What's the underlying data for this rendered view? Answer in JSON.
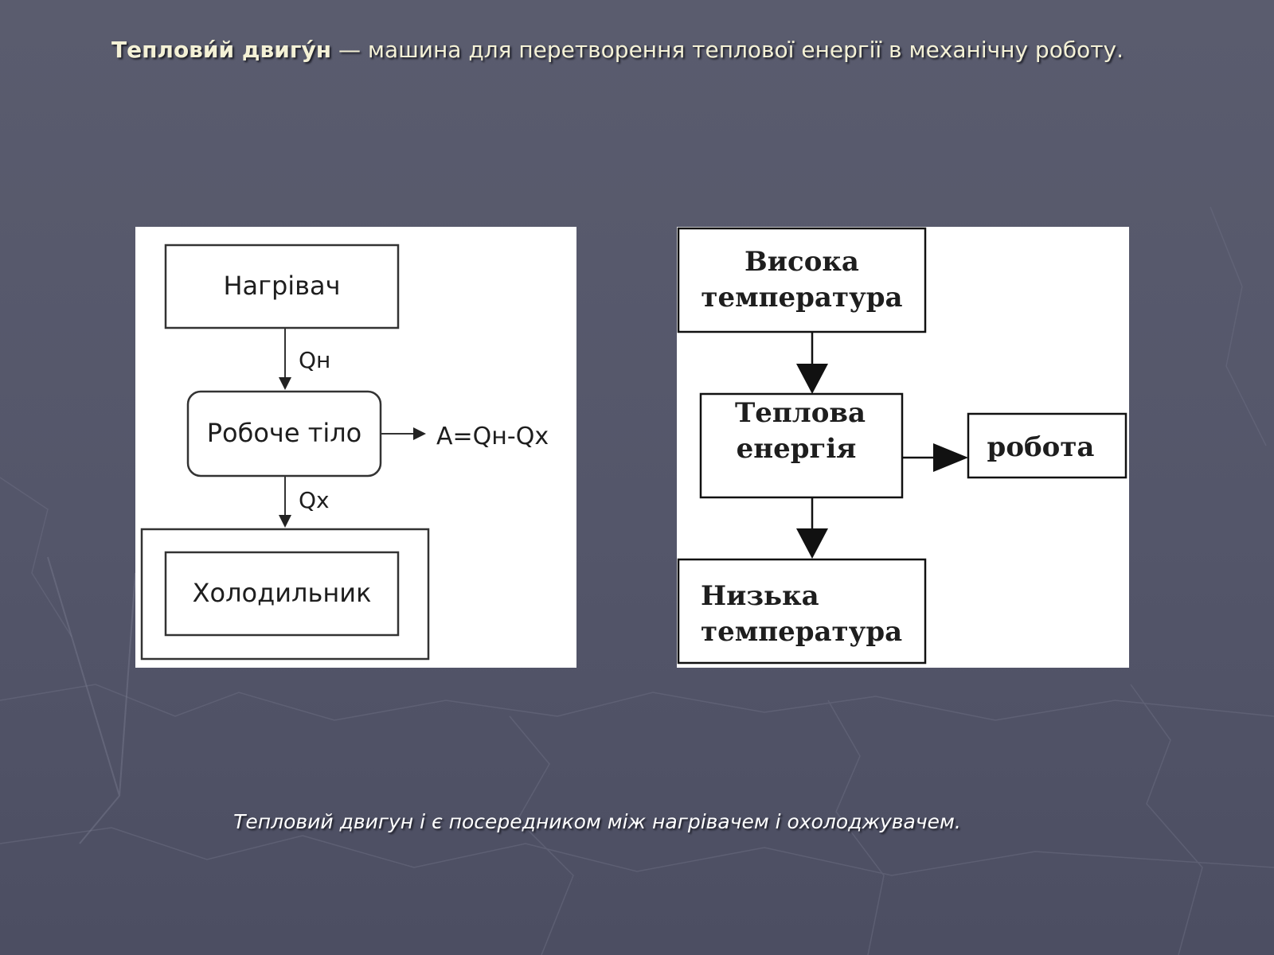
{
  "header": {
    "term": "Теплови́й двигу́н",
    "definition": " — машина для перетворення теплової енергії в механічну роботу."
  },
  "left_diagram": {
    "heater": "Нагрівач",
    "q_hot": "Qн",
    "working_body": "Робоче тіло",
    "work_formula": "A=Qн-Qх",
    "q_cold": "Qх",
    "cooler": "Холодильник"
  },
  "right_diagram": {
    "high_temp_line1": "Висока",
    "high_temp_line2": "температура",
    "thermal_energy_line1": "Теплова",
    "thermal_energy_line2": "енергія",
    "work": "робота",
    "low_temp_line1": "Низька",
    "low_temp_line2": "температура"
  },
  "caption": "Тепловий двигун і є посередником між нагрівачем і охолоджувачем.",
  "colors": {
    "background": "#575a6c",
    "header_text": "#f4f1d6",
    "caption_text": "#ffffff",
    "diagram_line": "#222222"
  }
}
